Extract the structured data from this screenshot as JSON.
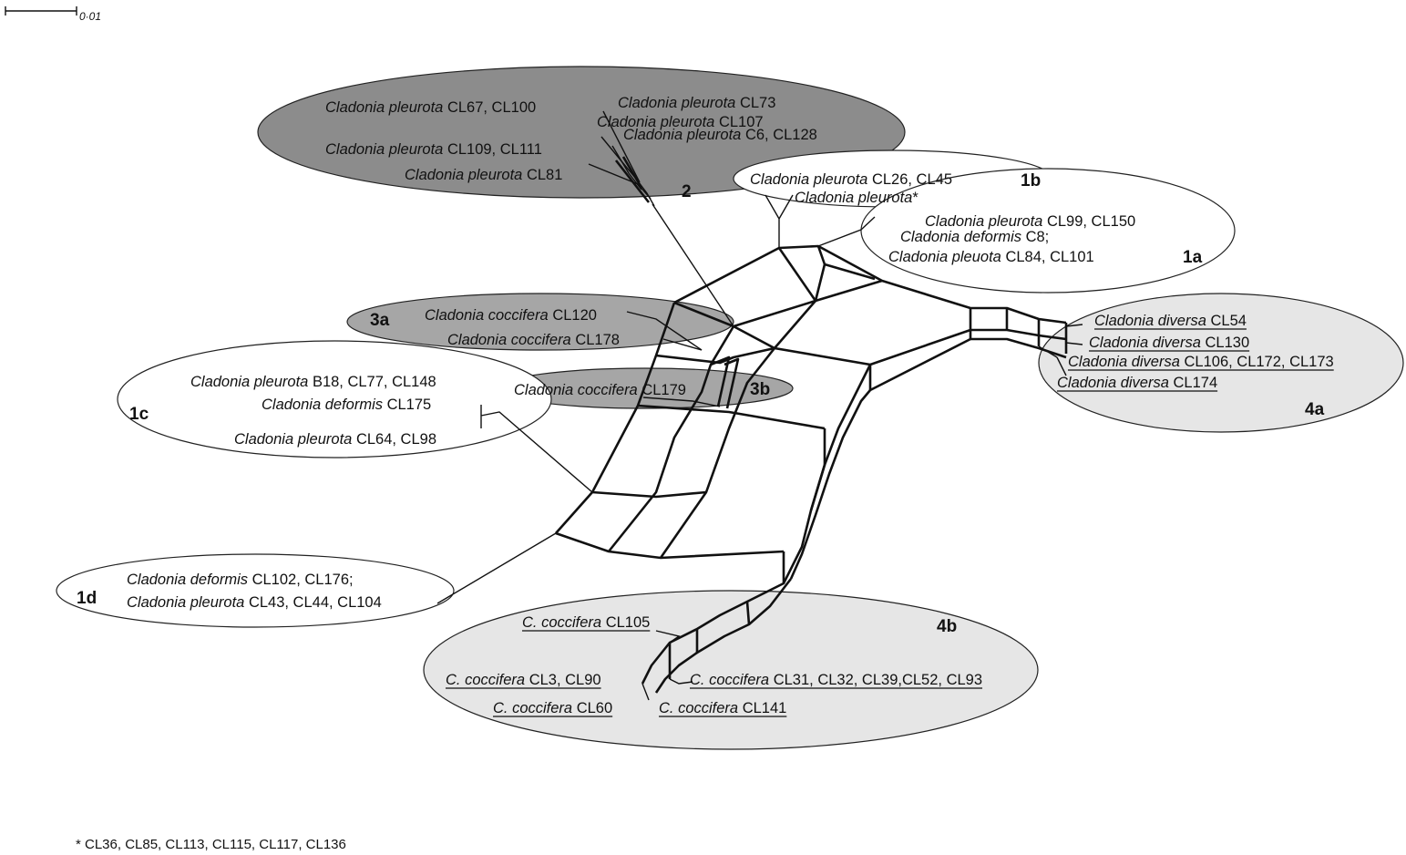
{
  "scale_bar": {
    "label": "0·01"
  },
  "groups": [
    {
      "id": "2",
      "label": "2",
      "fill": "#8c8c8c"
    },
    {
      "id": "1b",
      "label": "1b",
      "fill": "#ffffff"
    },
    {
      "id": "1a",
      "label": "1a",
      "fill": "#ffffff"
    },
    {
      "id": "3a",
      "label": "3a",
      "fill": "#a6a6a6"
    },
    {
      "id": "3b",
      "label": "3b",
      "fill": "#a6a6a6"
    },
    {
      "id": "1c",
      "label": "1c",
      "fill": "#ffffff"
    },
    {
      "id": "4a",
      "label": "4a",
      "fill": "#e6e6e6"
    },
    {
      "id": "1d",
      "label": "1d",
      "fill": "#ffffff"
    },
    {
      "id": "4b",
      "label": "4b",
      "fill": "#e6e6e6"
    }
  ],
  "taxa": [
    {
      "id": "t_pl_67",
      "species": "Cladonia pleurota",
      "specimens": "CL67, CL100"
    },
    {
      "id": "t_pl_73",
      "species": "Cladonia pleurota",
      "specimens": "CL73"
    },
    {
      "id": "t_pl_107",
      "species": "Cladonia pleurota",
      "specimens": "CL107"
    },
    {
      "id": "t_pl_6",
      "species": "Cladonia pleurota",
      "specimens": "C6, CL128"
    },
    {
      "id": "t_pl_109",
      "species": "Cladonia pleurota",
      "specimens": "CL109, CL111"
    },
    {
      "id": "t_pl_81",
      "species": "Cladonia pleurota",
      "specimens": "CL81"
    },
    {
      "id": "t_pl_26",
      "species": "Cladonia pleurota",
      "specimens": "CL26, CL45"
    },
    {
      "id": "t_pl_star",
      "species": "Cladonia pleurota",
      "specimens": "*"
    },
    {
      "id": "t_pl_99",
      "species": "Cladonia pleurota",
      "specimens": "CL99, CL150"
    },
    {
      "id": "t_de_8",
      "species": "Cladonia deformis",
      "specimens": "C8;"
    },
    {
      "id": "t_pl_84",
      "species": "Cladonia pleuota",
      "specimens": "CL84, CL101"
    },
    {
      "id": "t_co_120",
      "species": "Cladonia coccifera",
      "specimens": "CL120"
    },
    {
      "id": "t_co_178",
      "species": "Cladonia coccifera",
      "specimens": "CL178"
    },
    {
      "id": "t_co_179",
      "species": "Cladonia coccifera",
      "specimens": "CL179"
    },
    {
      "id": "t_pl_b18",
      "species": "Cladonia pleurota",
      "specimens": "B18, CL77, CL148"
    },
    {
      "id": "t_de_175",
      "species": "Cladonia deformis",
      "specimens": "CL175"
    },
    {
      "id": "t_pl_64",
      "species": "Cladonia pleurota",
      "specimens": "CL64, CL98"
    },
    {
      "id": "t_di_54",
      "species": "Cladonia diversa",
      "specimens": "CL54",
      "underlined": true
    },
    {
      "id": "t_di_130",
      "species": "Cladonia diversa",
      "specimens": "CL130",
      "underlined": true
    },
    {
      "id": "t_di_106",
      "species": "Cladonia diversa",
      "specimens": "CL106, CL172, CL173",
      "underlined": true
    },
    {
      "id": "t_di_174",
      "species": "Cladonia diversa",
      "specimens": "CL174",
      "underlined": true
    },
    {
      "id": "t_de_102",
      "species": "Cladonia deformis",
      "specimens": "CL102, CL176;"
    },
    {
      "id": "t_pl_43",
      "species": "Cladonia pleurota",
      "specimens": "CL43, CL44, CL104"
    },
    {
      "id": "t_cc_105",
      "species": "C. coccifera",
      "specimens": "CL105",
      "underlined": true
    },
    {
      "id": "t_cc_3",
      "species": "C. coccifera",
      "specimens": "CL3, CL90",
      "underlined": true
    },
    {
      "id": "t_cc_31",
      "species": "C. coccifera",
      "specimens": " CL31, CL32, CL39,CL52, CL93",
      "underlined": true
    },
    {
      "id": "t_cc_60",
      "species": "C. coccifera",
      "specimens": "CL60",
      "underlined": true
    },
    {
      "id": "t_cc_141",
      "species": "C. coccifera",
      "specimens": "CL141",
      "underlined": true
    }
  ],
  "footnote": "* CL36, CL85, CL113, CL115, CL117, CL136"
}
